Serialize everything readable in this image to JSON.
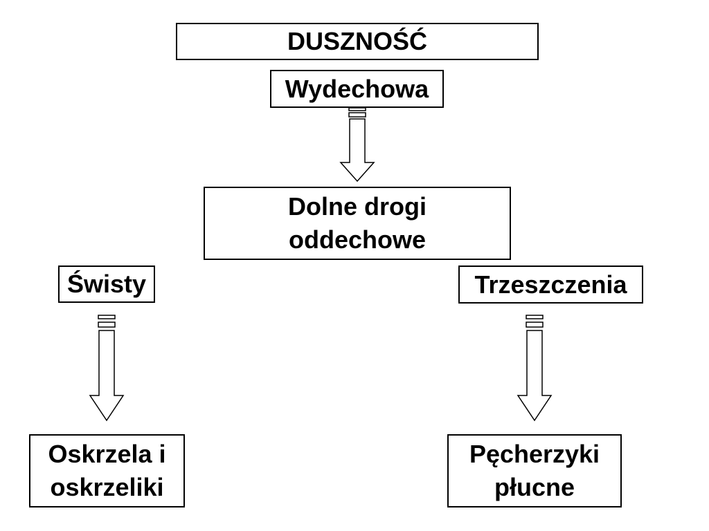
{
  "title": "DUSZNOŚĆ",
  "type_label": "Wydechowa",
  "location": {
    "line1": "Dolne drogi",
    "line2": "oddechowe"
  },
  "left_branch": {
    "sign": "Świsty",
    "target_line1": "Oskrzela i",
    "target_line2": "oskrzeliki"
  },
  "right_branch": {
    "sign": "Trzeszczenia",
    "target_line1": "Pęcherzyki",
    "target_line2": "płucne"
  }
}
